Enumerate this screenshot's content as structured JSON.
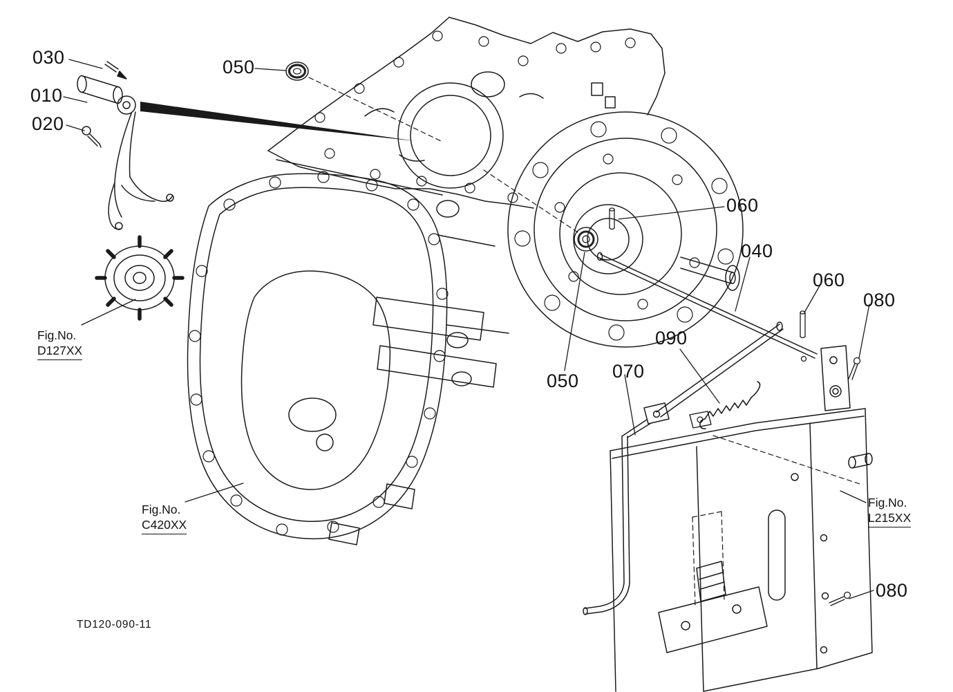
{
  "diagram": {
    "drawing_number": "TD120-090-11",
    "colors": {
      "line": "#1a1a1a",
      "background": "#ffffff"
    },
    "callouts": [
      {
        "num": "030"
      },
      {
        "num": "010"
      },
      {
        "num": "020"
      },
      {
        "num": "050"
      },
      {
        "num": "060"
      },
      {
        "num": "040"
      },
      {
        "num": "060"
      },
      {
        "num": "080"
      },
      {
        "num": "090"
      },
      {
        "num": "050"
      },
      {
        "num": "070"
      },
      {
        "num": "080"
      }
    ],
    "figure_refs": [
      {
        "prefix": "Fig.No.",
        "code": "D127XX"
      },
      {
        "prefix": "Fig.No.",
        "code": "C420XX"
      },
      {
        "prefix": "Fig.No.",
        "code": "L215XX"
      }
    ]
  }
}
